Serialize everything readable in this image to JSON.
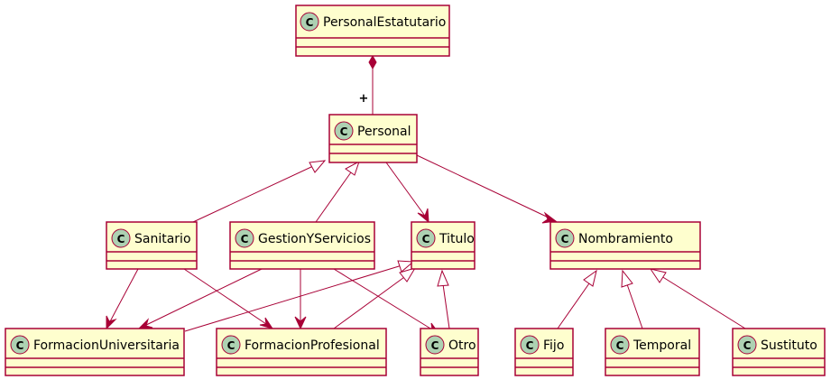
{
  "diagram": {
    "classes": {
      "personal_estatutario": {
        "name": "PersonalEstatutario",
        "stereotype_icon": "C"
      },
      "personal": {
        "name": "Personal",
        "stereotype_icon": "C"
      },
      "sanitario": {
        "name": "Sanitario",
        "stereotype_icon": "C"
      },
      "gestion_y_servicios": {
        "name": "GestionYServicios",
        "stereotype_icon": "C"
      },
      "titulo": {
        "name": "Titulo",
        "stereotype_icon": "C"
      },
      "nombramiento": {
        "name": "Nombramiento",
        "stereotype_icon": "C"
      },
      "formacion_universitaria": {
        "name": "FormacionUniversitaria",
        "stereotype_icon": "C"
      },
      "formacion_profesional": {
        "name": "FormacionProfesional",
        "stereotype_icon": "C"
      },
      "otro": {
        "name": "Otro",
        "stereotype_icon": "C"
      },
      "fijo": {
        "name": "Fijo",
        "stereotype_icon": "C"
      },
      "temporal": {
        "name": "Temporal",
        "stereotype_icon": "C"
      },
      "sustituto": {
        "name": "Sustituto",
        "stereotype_icon": "C"
      }
    },
    "relations": [
      {
        "from": "PersonalEstatutario",
        "to": "Personal",
        "type": "composition",
        "multiplicity": "+"
      },
      {
        "from": "Sanitario",
        "to": "Personal",
        "type": "generalization"
      },
      {
        "from": "GestionYServicios",
        "to": "Personal",
        "type": "generalization"
      },
      {
        "from": "Personal",
        "to": "Titulo",
        "type": "association"
      },
      {
        "from": "Personal",
        "to": "Nombramiento",
        "type": "association"
      },
      {
        "from": "Sanitario",
        "to": "FormacionUniversitaria",
        "type": "association"
      },
      {
        "from": "Sanitario",
        "to": "FormacionProfesional",
        "type": "association"
      },
      {
        "from": "GestionYServicios",
        "to": "FormacionUniversitaria",
        "type": "association"
      },
      {
        "from": "GestionYServicios",
        "to": "FormacionProfesional",
        "type": "association"
      },
      {
        "from": "GestionYServicios",
        "to": "Otro",
        "type": "association"
      },
      {
        "from": "FormacionUniversitaria",
        "to": "Titulo",
        "type": "generalization"
      },
      {
        "from": "FormacionProfesional",
        "to": "Titulo",
        "type": "generalization"
      },
      {
        "from": "Otro",
        "to": "Titulo",
        "type": "generalization"
      },
      {
        "from": "Fijo",
        "to": "Nombramiento",
        "type": "generalization"
      },
      {
        "from": "Temporal",
        "to": "Nombramiento",
        "type": "generalization"
      },
      {
        "from": "Sustituto",
        "to": "Nombramiento",
        "type": "generalization"
      }
    ],
    "colors": {
      "box_fill": "#FEFECE",
      "border": "#A80036",
      "icon_fill": "#ADD1B2"
    }
  }
}
